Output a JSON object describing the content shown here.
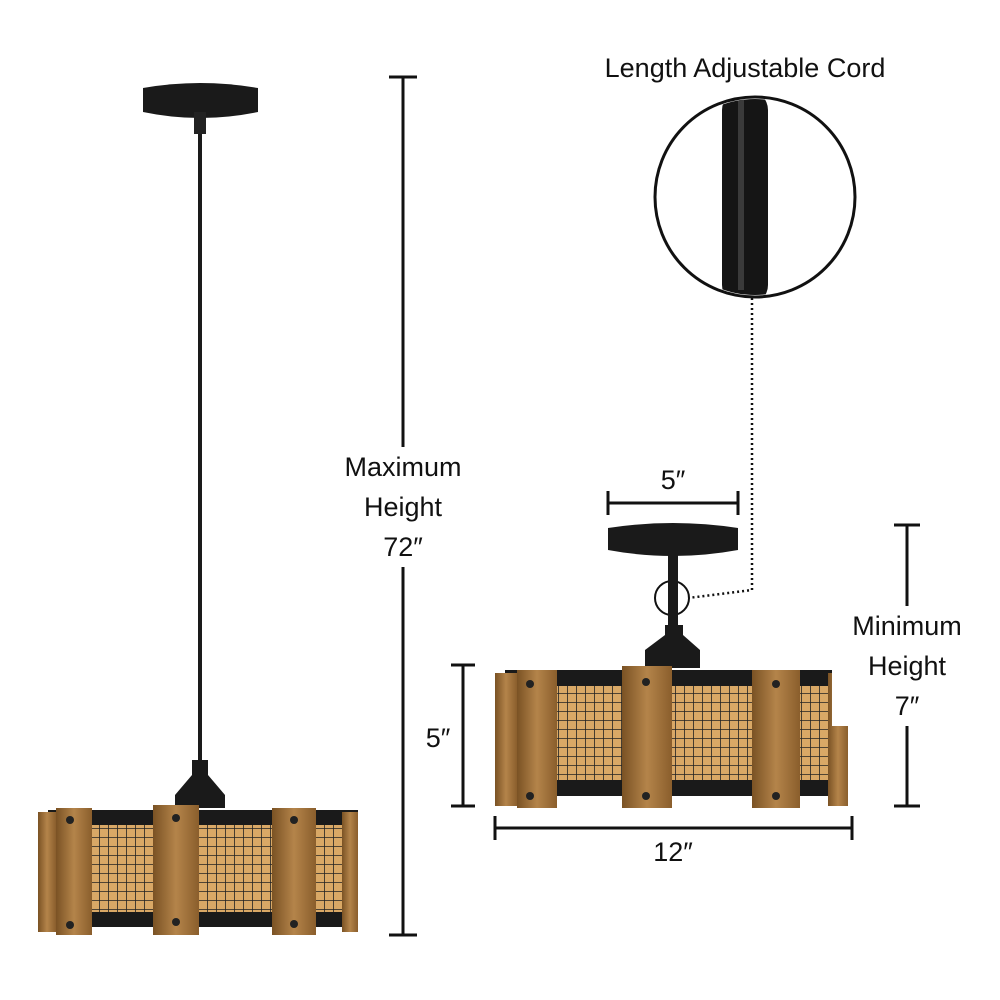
{
  "callout": {
    "title": "Length Adjustable Cord"
  },
  "max_height": {
    "line1": "Maximum",
    "line2": "Height",
    "value": "72″"
  },
  "min_height": {
    "line1": "Minimum",
    "line2": "Height",
    "value": "7″"
  },
  "canopy_width": "5″",
  "shade_height": "5″",
  "shade_width": "12″",
  "colors": {
    "metal": "#1a1a1a",
    "wood": "#a8793e",
    "wood_dark": "#7a5224",
    "line": "#111111"
  }
}
